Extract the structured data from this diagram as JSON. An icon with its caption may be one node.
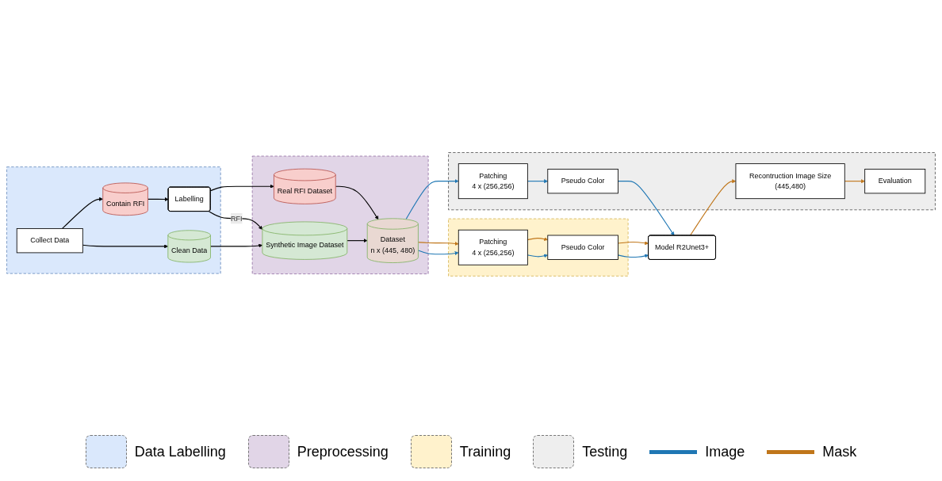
{
  "diagram": {
    "nodes": [
      {
        "text": [],
        "shape": "box"
      },
      {
        "text": [
          "Collect Data"
        ],
        "in": 0
      },
      {
        "text": [
          "Contain RFI"
        ],
        "in": 0
      },
      {
        "text": [
          "Clean Data"
        ],
        "in": 0
      },
      {
        "text": [
          "Labelling"
        ],
        "in": 0
      },
      {
        "text": [],
        "shape": "box"
      },
      {
        "text": [
          "Real RFI Dataset"
        ],
        "in": 5
      },
      {
        "text": [
          "Synthetic Image Dataset"
        ],
        "in": 5
      },
      {
        "text": [
          "Dataset",
          "n x (445, 480)"
        ],
        "in": 5
      },
      {
        "text": [],
        "shape": "box"
      },
      {
        "text": [
          "Model R2Unet3+"
        ]
      },
      {
        "text": [
          "Pseudo Color"
        ],
        "in": 9
      },
      {
        "text": [
          "Patching",
          "4 x (256,256)"
        ],
        "in": 9
      },
      {
        "text": [],
        "shape": "box"
      },
      {
        "text": [
          "Evaluation"
        ],
        "in": 13
      },
      {
        "text": [
          "Recontruction Image Size",
          "(445,480)"
        ],
        "in": 13
      },
      {
        "text": [
          "Pseudo Color"
        ],
        "in": 13
      },
      {
        "text": [
          "Patching",
          "4 x (256,256)"
        ],
        "in": 13
      }
    ],
    "edges": [
      {
        "from": 1,
        "to": 2,
        "arrow": "to"
      },
      {
        "from": 1,
        "to": 3,
        "arrow": "to"
      },
      {
        "from": 2,
        "to": 4,
        "arrow": "to"
      },
      {
        "from": 4,
        "to": 6,
        "arrow": "to"
      },
      {
        "from": 4,
        "to": 7,
        "arrow": "to",
        "label": "RFI"
      },
      {
        "from": 3,
        "to": 7,
        "arrow": "to"
      },
      {
        "from": 6,
        "to": 8,
        "arrow": "to"
      },
      {
        "from": 7,
        "to": 8,
        "arrow": "to"
      },
      {
        "from": 8,
        "to": 12,
        "arrow": "to",
        "color": "#c0761a"
      },
      {
        "from": 8,
        "to": 12,
        "arrow": "to",
        "color": "#1f77b4"
      },
      {
        "from": 8,
        "to": 17,
        "arrow": "to",
        "color": "#1f77b4"
      },
      {
        "from": 12,
        "to": 11,
        "arrow": "to",
        "color": "#c0761a"
      },
      {
        "from": 12,
        "to": 11,
        "arrow": "to",
        "color": "#1f77b4"
      },
      {
        "from": 11,
        "to": 10,
        "arrow": "to",
        "color": "#c0761a"
      },
      {
        "from": 11,
        "to": 10,
        "arrow": "to",
        "color": "#1f77b4"
      },
      {
        "from": 17,
        "to": 16,
        "arrow": "to",
        "color": "#1f77b4"
      },
      {
        "from": 16,
        "to": 10,
        "arrow": "to",
        "color": "#1f77b4"
      },
      {
        "from": 10,
        "to": 15,
        "arrow": "to",
        "color": "#c0761a"
      },
      {
        "from": 15,
        "to": 14,
        "arrow": "to",
        "color": "#c0761a"
      }
    ],
    "legend": [
      {
        "text": "Data Labelling",
        "color": "#dae8fc"
      },
      {
        "text": "Preprocessing",
        "color": "#e1d5e7"
      },
      {
        "text": "Training",
        "color": "#fff2cc"
      },
      {
        "text": "Testing",
        "color": "#eeeeee"
      },
      {
        "text": "Image"
      },
      {
        "text": "Mask"
      }
    ]
  }
}
